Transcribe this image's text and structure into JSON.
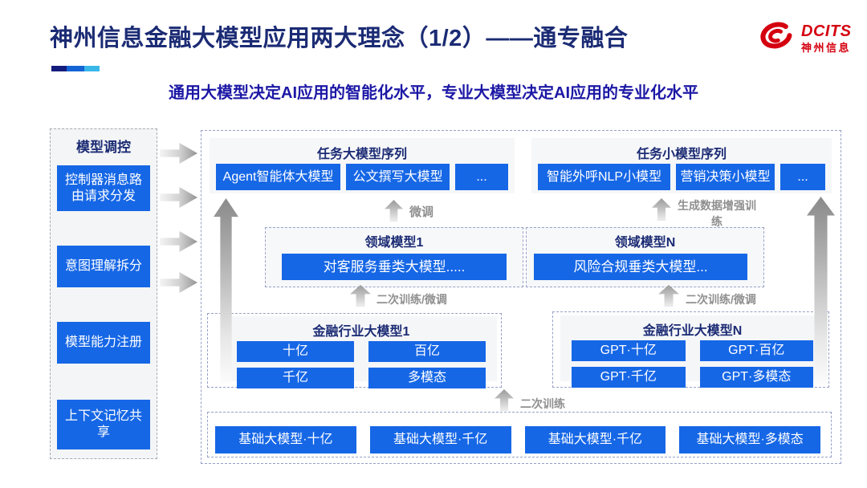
{
  "header": {
    "title": "神州信息金融大模型应用两大理念（1/2）——通专融合",
    "subtitle": "通用大模型决定AI应用的智能化水平，专业大模型决定AI应用的专业化水平",
    "logo_brand": "DCITS",
    "logo_company": "神州信息"
  },
  "sidebar": {
    "title": "模型调控",
    "items": [
      {
        "label": "控制器消息路由请求分发"
      },
      {
        "label": "意图理解拆分"
      },
      {
        "label": "模型能力注册"
      },
      {
        "label": "上下文记忆共享"
      }
    ]
  },
  "diagram": {
    "task_large": {
      "title": "任务大模型序列",
      "items": [
        "Agent智能体大模型",
        "公文撰写大模型",
        "..."
      ]
    },
    "task_small": {
      "title": "任务小模型序列",
      "items": [
        "智能外呼NLP小模型",
        "营销决策小模型",
        "..."
      ]
    },
    "labels": {
      "fine_tune": "微调",
      "gen_data_train": "生成数据增强训练",
      "retrain_finetune_left": "二次训练/微调",
      "retrain_finetune_right": "二次训练/微调",
      "retrain": "二次训练"
    },
    "domain_1": {
      "title": "领域模型1",
      "model": "对客服务垂类大模型....."
    },
    "domain_n": {
      "title": "领域模型N",
      "model": "风险合规垂类大模型..."
    },
    "industry_1": {
      "title": "金融行业大模型1",
      "items": [
        "十亿",
        "百亿",
        "千亿",
        "多模态"
      ]
    },
    "industry_n": {
      "title": "金融行业大模型N",
      "items": [
        "GPT·十亿",
        "GPT·百亿",
        "GPT·千亿",
        "GPT·多模态"
      ]
    },
    "base_models": {
      "items": [
        "基础大模型·十亿",
        "基础大模型·千亿",
        "基础大模型·千亿",
        "基础大模型·多模态"
      ]
    }
  },
  "colors": {
    "accent_blue": "#1667e6",
    "title_navy": "#1b2b74",
    "subtitle_blue": "#1c17a5",
    "brand_red": "#d5000f",
    "label_gray": "#8f8f8f"
  }
}
